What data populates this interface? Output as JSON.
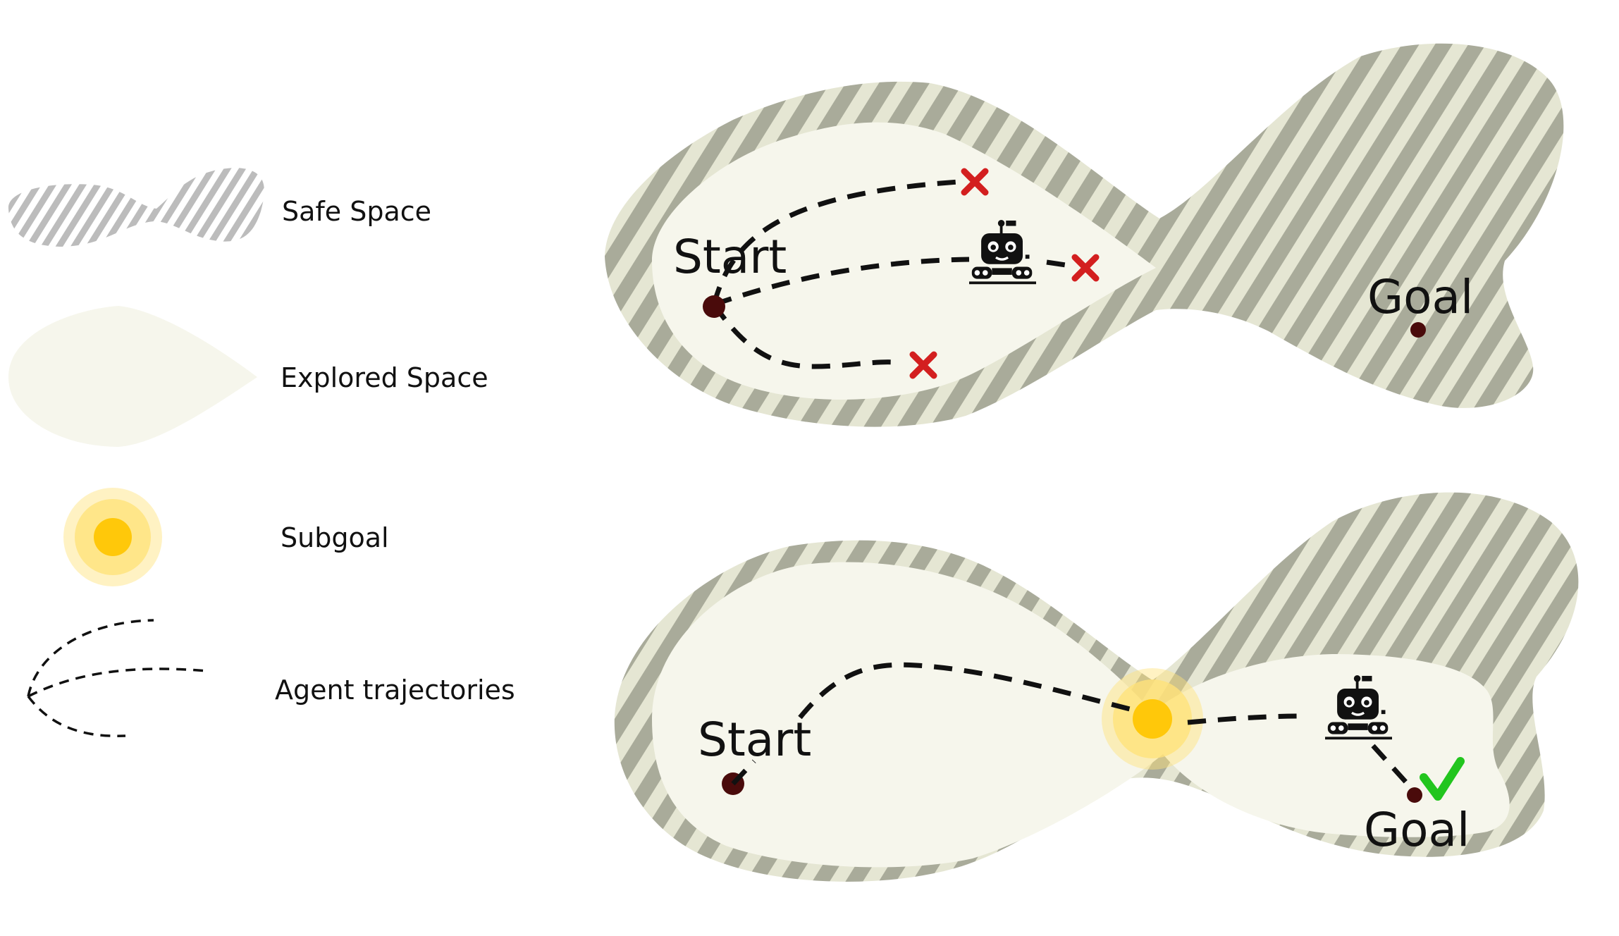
{
  "legend": {
    "safe_space": "Safe Space",
    "explored_space": "Explored Space",
    "subgoal": "Subgoal",
    "agent_trajectories": "Agent trajectories"
  },
  "top_panel": {
    "start_label": "Start",
    "goal_label": "Goal",
    "failure_marks": 3,
    "failure_icon": "cross-icon"
  },
  "bottom_panel": {
    "start_label": "Start",
    "goal_label": "Goal",
    "success_icon": "check-icon"
  },
  "colors": {
    "stripe_dark": "#a9ab9a",
    "stripe_light": "#e5e6d3",
    "legend_stripe": "#bcbcbc",
    "explored": "#f6f6ec",
    "subgoal_core": "#ffc80a",
    "subgoal_halo": "#ffe27a",
    "point": "#4a0b0b",
    "failure": "#d31f1f",
    "success": "#22c51e",
    "trajectory": "#111111"
  }
}
